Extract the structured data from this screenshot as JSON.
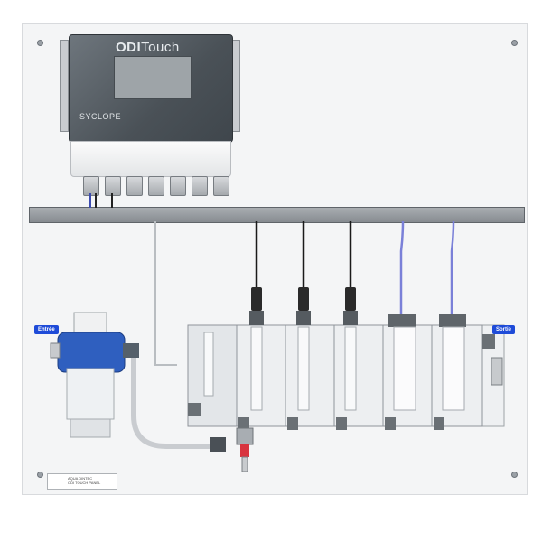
{
  "controller": {
    "brand_bold": "ODI",
    "brand_light": "Touch",
    "manufacturer": "SYCLOPE"
  },
  "labels": {
    "inlet": "Entrée",
    "outlet": "Sortie"
  },
  "plate": {
    "line1": "AQUA DINTEC",
    "line2": "ODI TOUCH PANEL"
  }
}
